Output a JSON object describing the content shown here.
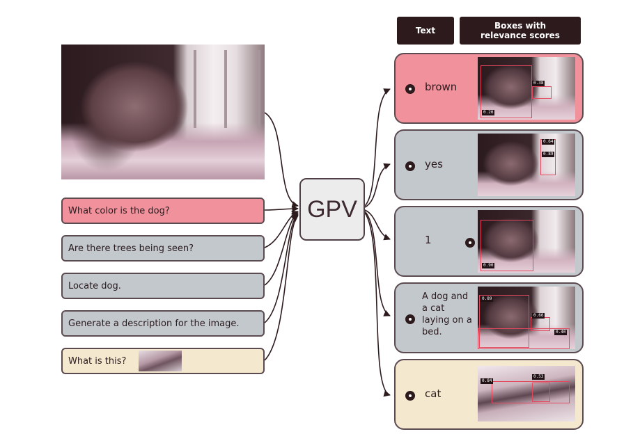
{
  "diagram": {
    "model_label": "GPV",
    "headers": {
      "text": "Text",
      "boxes": "Boxes with relevance scores"
    },
    "questions": [
      {
        "text": "What color is the dog?",
        "color": "#f0919c"
      },
      {
        "text": "Are there trees being seen?",
        "color": "#c2c8cc"
      },
      {
        "text": "Locate dog.",
        "color": "#c2c8cc"
      },
      {
        "text": "Generate a description for the image.",
        "color": "#c2c8cc"
      },
      {
        "text": "What is this?",
        "color": "#f4e9cf"
      }
    ],
    "outputs": [
      {
        "answer": "brown",
        "color": "#f0919c",
        "scores": [
          "0.38",
          "0.26"
        ]
      },
      {
        "answer": "yes",
        "color": "#c2c8cc",
        "scores": [
          "0.64",
          "0.89"
        ]
      },
      {
        "answer": "1",
        "color": "#c2c8cc",
        "scores": [
          "0.90"
        ]
      },
      {
        "answer": "A dog and a cat laying on a bed.",
        "color": "#c2c8cc",
        "scores": [
          "0.89",
          "0.66",
          "0.40"
        ]
      },
      {
        "answer": "cat",
        "color": "#f4e9cf",
        "scores": [
          "0.84",
          "0.53"
        ]
      }
    ],
    "icons": {
      "bullet": "bullet-icon"
    },
    "colors": {
      "pink": "#f0919c",
      "gray": "#c2c8cc",
      "cream": "#f4e9cf",
      "dark": "#2d1a1d"
    }
  }
}
